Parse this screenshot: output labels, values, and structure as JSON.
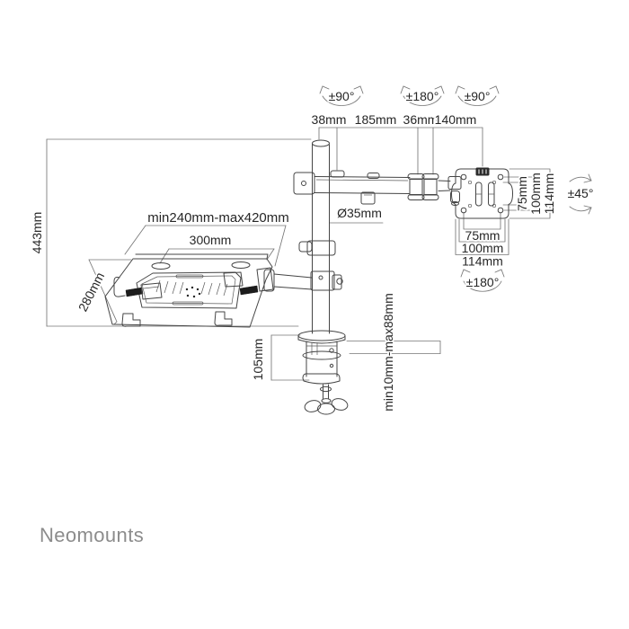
{
  "brand": {
    "logo_text": "Neomounts",
    "logo_color": "#8c8c8c"
  },
  "diagram": {
    "type": "technical-line-drawing",
    "subject": "desk clamp mount with monitor arm and laptop tray",
    "colors": {
      "background": "#ffffff",
      "outline": "#454545",
      "dimension_lines": "#767676",
      "label_text": "#262626",
      "rubber_pads": "#1c1c1c"
    },
    "rotations": {
      "pole_swivel": "±90°",
      "elbow_swivel": "±180°",
      "vesa_swivel": "±90°",
      "vesa_tilt": "±45°",
      "vesa_rotate": "±180°"
    },
    "dimensions": {
      "pole_top_offset": "38mm",
      "arm_segment_1": "185mm",
      "arm_segment_2": "36mm",
      "arm_segment_3": "140mm",
      "pole_height": "443mm",
      "tray_width_range": "min240mm-max420mm",
      "tray_width": "300mm",
      "tray_depth": "280mm",
      "pole_diameter": "Ø35mm",
      "clamp_height": "105mm",
      "clamp_opening": "min10mm-max88mm"
    },
    "vesa": {
      "vertical_labels": [
        "75mm",
        "100mm",
        "114mm"
      ],
      "horizontal_labels": [
        "75mm",
        "100mm",
        "114mm"
      ]
    }
  }
}
